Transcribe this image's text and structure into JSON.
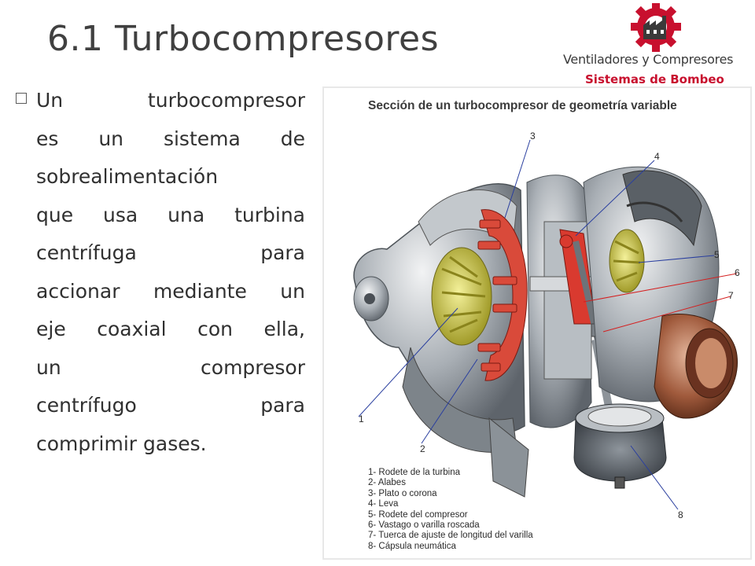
{
  "slide": {
    "title": "6.1 Turbocompresores",
    "body_lines": [
      "Un turbocompresor",
      "es un sistema de",
      "sobrealimentación",
      "que usa una turbina",
      "centrífuga para",
      "accionar mediante un",
      "eje coaxial con ella,",
      "un compresor",
      "centrífugo para",
      "comprimir gases."
    ]
  },
  "logo": {
    "line1": "Ventiladores y Compresores",
    "line2": "Sistemas de Bombeo",
    "colors": {
      "red": "#c8102e",
      "dark": "#3a3a3a"
    }
  },
  "figure": {
    "title": "Sección de un turbocompresor de geometría variable",
    "callouts": [
      "1",
      "2",
      "3",
      "4",
      "5",
      "6",
      "7",
      "8"
    ],
    "legend": [
      "1- Rodete de la turbina",
      "2- Alabes",
      "3- Plato o corona",
      "4- Leva",
      "5- Rodete del compresor",
      "6- Vastago o varilla roscada",
      "7- Tuerca de ajuste de longitud del varilla",
      "8- Cápsula neumática"
    ],
    "colors": {
      "blue_line": "#2a3f9f",
      "red_line": "#d42020",
      "yellow": "#d8d23a",
      "metal": "#9aa0a6",
      "copper": "#a05a3c"
    }
  }
}
